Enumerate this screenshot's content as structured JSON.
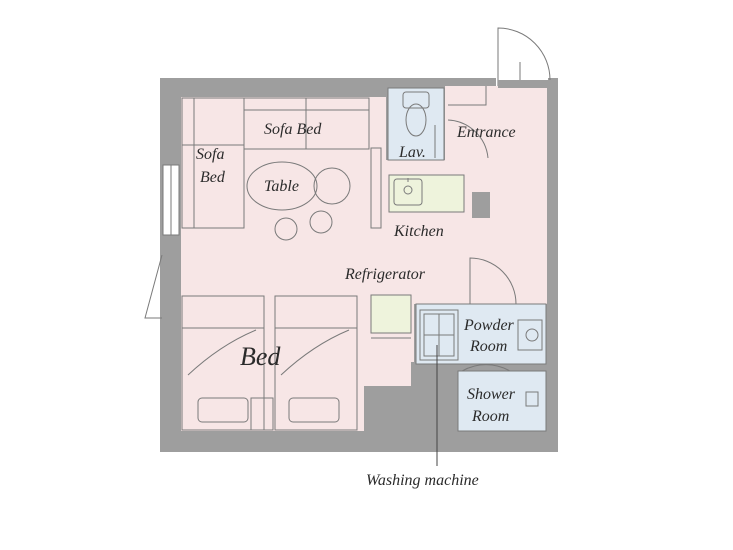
{
  "rooms": {
    "sofa_bed_top": "Sofa Bed",
    "sofa_bed_left_1": "Sofa",
    "sofa_bed_left_2": "Bed",
    "table": "Table",
    "bed": "Bed",
    "lav": "Lav.",
    "entrance": "Entrance",
    "kitchen": "Kitchen",
    "refrigerator": "Refrigerator",
    "powder_room_1": "Powder",
    "powder_room_2": "Room",
    "shower_room_1": "Shower",
    "shower_room_2": "Room"
  },
  "callouts": {
    "washing_machine": "Washing machine"
  },
  "colors": {
    "wall": "#9e9e9e",
    "living_floor": "#f7e6e6",
    "wet_area": "#dfe9f2",
    "kitchen_counter": "#eef3dc",
    "lines": "#7a7a7a"
  }
}
